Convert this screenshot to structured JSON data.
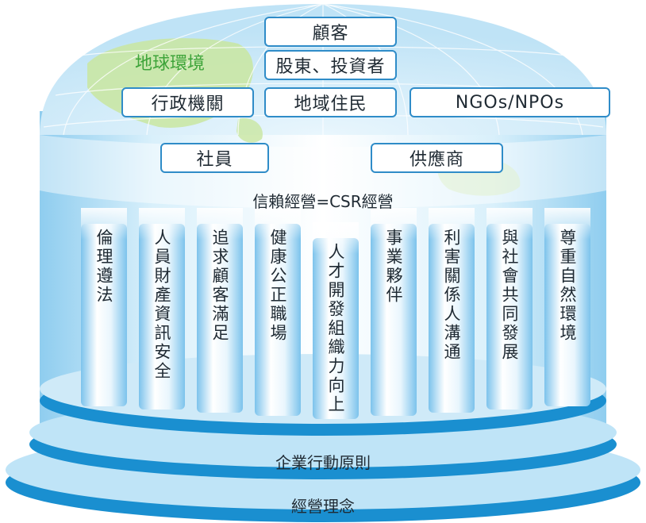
{
  "globe": {
    "environment_label": "地球環境",
    "stakeholders": {
      "customers": "顧客",
      "shareholders": "股東、投資者",
      "government": "行政機關",
      "residents": "地域住民",
      "ngos": "NGOs/NPOs",
      "employees": "社員",
      "suppliers": "供應商"
    }
  },
  "trust_label": "信賴經營=CSR經營",
  "pillars": [
    {
      "label": "倫理遵法"
    },
    {
      "label": "人員財產資訊安全"
    },
    {
      "label": "追求顧客滿足"
    },
    {
      "label": "健康公正職場"
    },
    {
      "label": "人才開發組織力向上"
    },
    {
      "label": "事業夥伴"
    },
    {
      "label": "利害關係人溝通"
    },
    {
      "label": "與社會共同發展"
    },
    {
      "label": "尊重自然環境"
    }
  ],
  "base": {
    "principles_label": "企業行動原則",
    "philosophy_label": "經營理念"
  },
  "colors": {
    "stakeholder_border": "#2f8cc8",
    "environment_text": "#3ea43a",
    "pillar_blue": "#9fd3f2",
    "base_dark": "#1a8fd0",
    "base_light": "#bfe4f7"
  }
}
